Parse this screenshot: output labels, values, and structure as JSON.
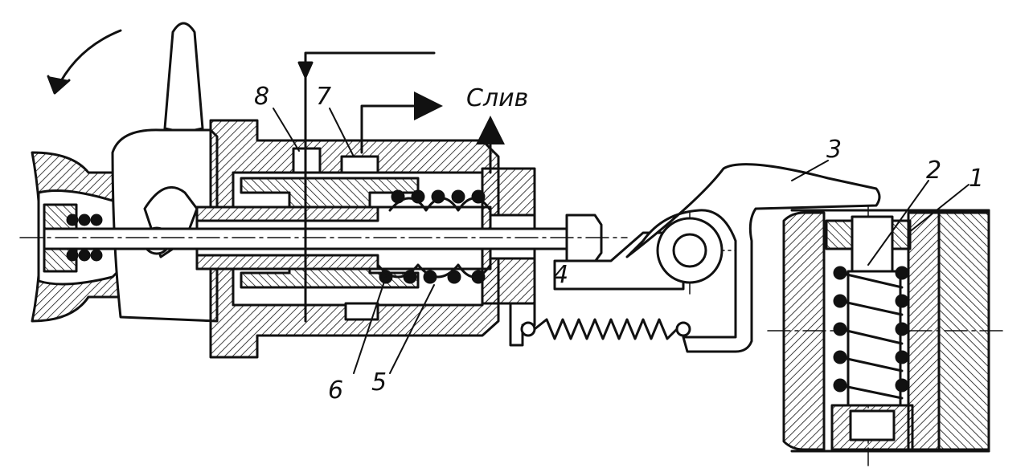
{
  "labels": {
    "drain": "Слив",
    "part1": "1",
    "part2": "2",
    "part3": "3",
    "part4": "4",
    "part5": "5",
    "part6": "6",
    "part7": "7",
    "part8": "8"
  },
  "colors": {
    "ink": "#111111",
    "paper": "#ffffff"
  }
}
